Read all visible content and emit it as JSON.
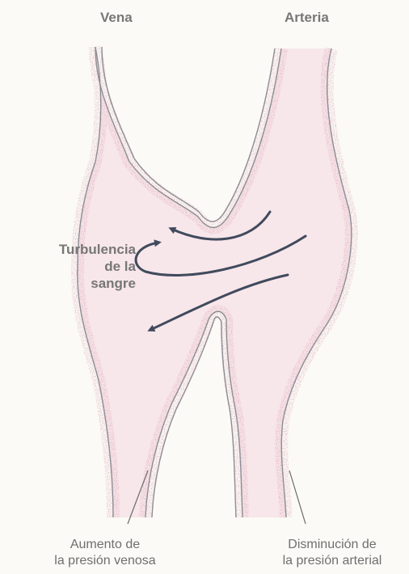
{
  "labels": {
    "vein": "Vena",
    "artery": "Arteria",
    "turbulence": [
      "Turbulencia",
      "de la",
      "sangre"
    ],
    "venous_pressure": [
      "Aumento de",
      "la presión venosa"
    ],
    "arterial_pressure": [
      "Disminución de",
      "la presión arterial"
    ]
  },
  "colors": {
    "vessel_fill": "#f7e6ea",
    "wall_speckle": "#b25f73",
    "outline": "#8d8d95",
    "arrow": "#404a5c"
  }
}
